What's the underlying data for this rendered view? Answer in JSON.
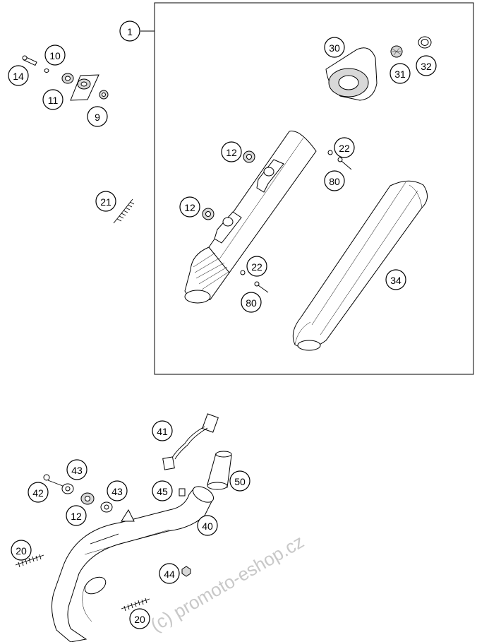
{
  "callouts": [
    {
      "id": "c1",
      "label": "1"
    },
    {
      "id": "c10",
      "label": "10"
    },
    {
      "id": "c14",
      "label": "14"
    },
    {
      "id": "c11",
      "label": "11"
    },
    {
      "id": "c9",
      "label": "9"
    },
    {
      "id": "c21",
      "label": "21"
    },
    {
      "id": "c30",
      "label": "30"
    },
    {
      "id": "c31",
      "label": "31"
    },
    {
      "id": "c32",
      "label": "32"
    },
    {
      "id": "c12a",
      "label": "12"
    },
    {
      "id": "c22a",
      "label": "22"
    },
    {
      "id": "c80a",
      "label": "80"
    },
    {
      "id": "c12b",
      "label": "12"
    },
    {
      "id": "c22b",
      "label": "22"
    },
    {
      "id": "c80b",
      "label": "80"
    },
    {
      "id": "c34",
      "label": "34"
    },
    {
      "id": "c41",
      "label": "41"
    },
    {
      "id": "c43a",
      "label": "43"
    },
    {
      "id": "c50",
      "label": "50"
    },
    {
      "id": "c42",
      "label": "42"
    },
    {
      "id": "c43b",
      "label": "43"
    },
    {
      "id": "c45",
      "label": "45"
    },
    {
      "id": "c12c",
      "label": "12"
    },
    {
      "id": "c40",
      "label": "40"
    },
    {
      "id": "c20a",
      "label": "20"
    },
    {
      "id": "c44",
      "label": "44"
    },
    {
      "id": "c20b",
      "label": "20"
    }
  ],
  "watermark": "(c) promoto-eshop.cz"
}
